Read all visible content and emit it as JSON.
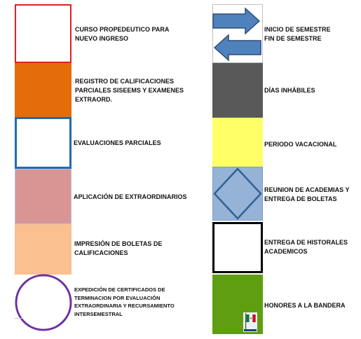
{
  "left_column": [
    {
      "label": "CURSO PROPEDEUTICO PARA\nNUEVO INGRESO",
      "fill": "#ffffff",
      "border": "#e02020",
      "shape": "outlined-rectangle"
    },
    {
      "label": "REGISTRO DE CALIFICACIONES\nPARCIALES SISEEMS Y EXAMENES\nEXTRAORD.",
      "fill": "#e46c0a",
      "border": "#e46c0a",
      "shape": "filled-rectangle"
    },
    {
      "label": "EVALUACIONES PARCIALES",
      "fill": "#ffffff",
      "border": "#1f6bb0",
      "shape": "outlined-rectangle"
    },
    {
      "label": "APLICACIÓN DE EXTRAORDINARIOS",
      "fill": "#d99594",
      "border": "#b8c2e0",
      "shape": "filled-rectangle"
    },
    {
      "label": "IMPRESIÓN DE BOLETAS DE\nCALIFICACIONES",
      "fill": "#fac08f",
      "border": "#fac08f",
      "shape": "filled-rectangle"
    },
    {
      "label": "EXPEDICIÓN DE CERTIFICADOS DE\nTERMINACION POR EVALUACIÓN\nEXTRAORDINARIA Y RECURSAMIENTO\nINTERSEMESTRAL",
      "fill": "#ffffff",
      "border": "#7030a0",
      "shape": "circle-outline"
    }
  ],
  "right_column": [
    {
      "label": "INICIO DE SEMESTRE\nFIN DE SEMESTRE",
      "fill": "#4f81bd",
      "border": "#2c4d75",
      "shape": "arrows-right-left"
    },
    {
      "label": "DÍAS INHÁBILES",
      "fill": "#595959",
      "border": "#595959",
      "shape": "filled-rectangle"
    },
    {
      "label": "PERIODO VACACIONAL",
      "fill": "#ffff66",
      "border": "#ffff66",
      "shape": "filled-rectangle"
    },
    {
      "label": "REUNION DE ACADEMIAS Y\nENTREGA DE BOLETAS",
      "fill": "#95b3d7",
      "border": "#365f91",
      "shape": "diamond-on-rectangle"
    },
    {
      "label": "ENTREGA DE HISTORALES\nACADEMICOS",
      "fill": "#ffffff",
      "border": "#000000",
      "shape": "outlined-rectangle"
    },
    {
      "label": "HONORES A LA BANDERA",
      "fill": "#5f9e10",
      "border": "#5f9e10",
      "shape": "filled-rectangle-with-flag-icon"
    }
  ]
}
